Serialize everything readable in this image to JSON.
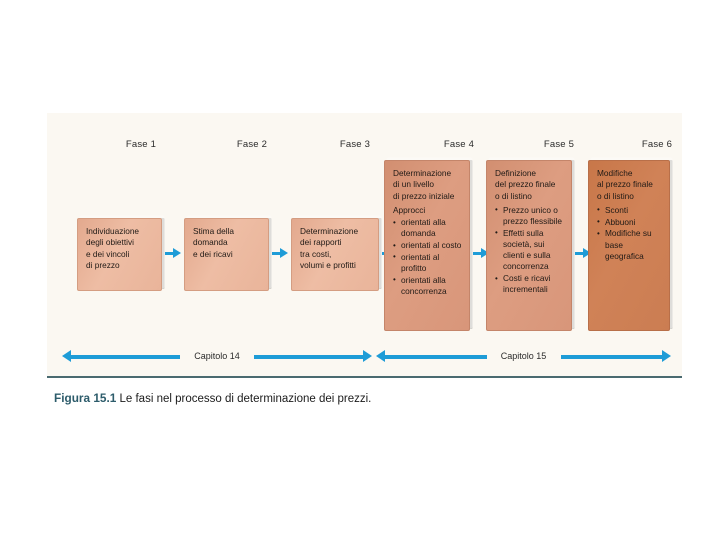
{
  "figure": {
    "caption_label": "Figura 15.1",
    "caption_text": "Le fasi nel processo di determinazione dei prezzi.",
    "colors": {
      "panel_background": "#fbf8f2",
      "box_light": "#ebb79f",
      "box_mid": "#d9977a",
      "box_dark": "#cd7d53",
      "arrow_blue": "#1e9cd7",
      "caption_accent": "#2d5c6b"
    },
    "phase_labels": [
      {
        "label": "Fase 1"
      },
      {
        "label": "Fase 2"
      },
      {
        "label": "Fase 3"
      },
      {
        "label": "Fase 4"
      },
      {
        "label": "Fase 5"
      },
      {
        "label": "Fase 6"
      }
    ],
    "boxes": [
      {
        "id": "fase-1",
        "title": "Individuazione\ndegli obiettivi\ne dei vincoli\ndi prezzo",
        "subtitle": "",
        "items": []
      },
      {
        "id": "fase-2",
        "title": "Stima della\ndomanda\ne dei ricavi",
        "subtitle": "",
        "items": []
      },
      {
        "id": "fase-3",
        "title": "Determinazione\ndei rapporti\ntra costi,\nvolumi e profitti",
        "subtitle": "",
        "items": []
      },
      {
        "id": "fase-4",
        "title": "Determinazione\ndi un livello\ndi prezzo iniziale",
        "subtitle": "Approcci",
        "items": [
          "orientati alla domanda",
          "orientati al costo",
          "orientati al profitto",
          "orientati alla concorrenza"
        ]
      },
      {
        "id": "fase-5",
        "title": "Definizione\ndel prezzo finale\no di listino",
        "subtitle": "",
        "items": [
          "Prezzo unico o prezzo flessibile",
          "Effetti sulla società, sui clienti e sulla concorrenza",
          "Costi e ricavi incrementali"
        ]
      },
      {
        "id": "fase-6",
        "title": "Modifiche\nal prezzo finale\no di listino",
        "subtitle": "",
        "items": [
          "Sconti",
          "Abbuoni",
          "Modifiche su base geografica"
        ]
      }
    ],
    "chapter_spans": [
      {
        "label": "Capitolo 14"
      },
      {
        "label": "Capitolo 15"
      }
    ]
  }
}
